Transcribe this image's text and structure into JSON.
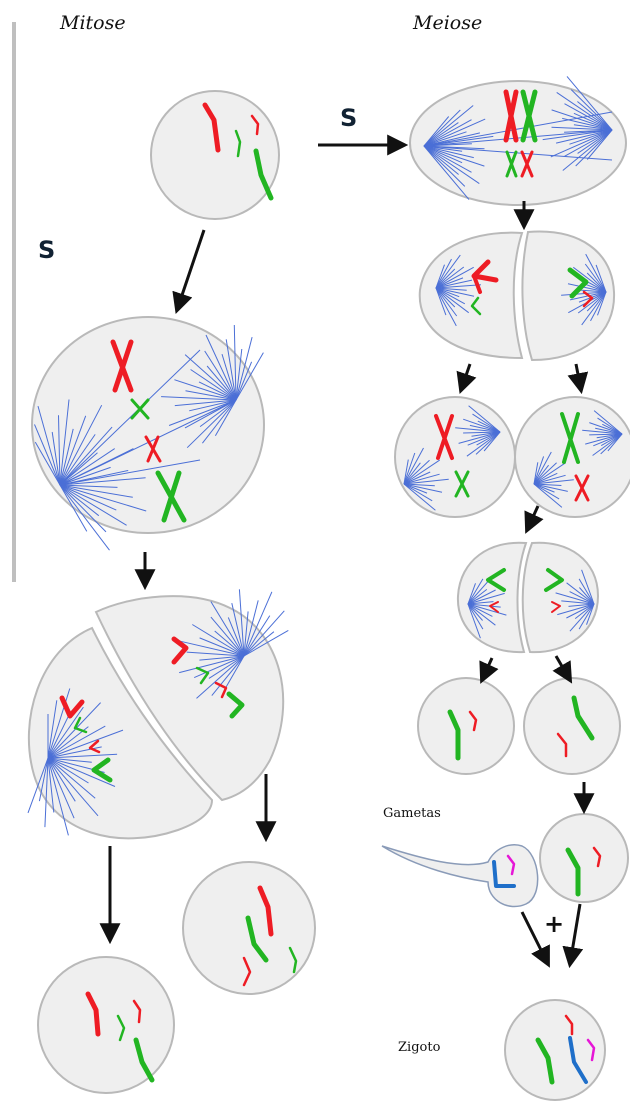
{
  "labels": {
    "mitose": "Mitose",
    "meiose": "Meiose",
    "s_top": "S",
    "s_left": "S",
    "gametas": "Gametas",
    "zigoto": "Zigoto",
    "plus": "+"
  },
  "colors": {
    "cell_fill": "#efefef",
    "cell_stroke": "#b9b9b9",
    "spindle": "#4b6fd6",
    "chrom_red": "#ee1c24",
    "chrom_green": "#22b522",
    "chrom_blue": "#1f6fc9",
    "chrom_magenta": "#e616d6",
    "arrow": "#111111",
    "divider": "#bfbfbf"
  }
}
